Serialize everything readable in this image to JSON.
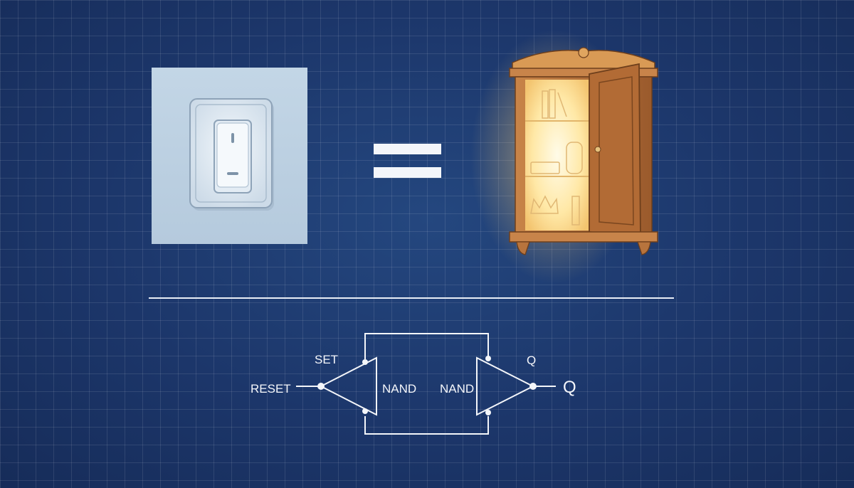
{
  "analogy": {
    "left_icon": "light-switch-icon",
    "operator": "=",
    "right_icon": "glowing-wardrobe-icon"
  },
  "circuit": {
    "labels": {
      "set": "SET",
      "reset": "RESET",
      "nand_left": "NAND",
      "nand_right": "NAND",
      "q_top": "Q",
      "q_output": "Q"
    }
  },
  "colors": {
    "background": "#1e3a6c",
    "grid": "#3a5688",
    "line": "#f4f6fa",
    "wood": "#b06a36",
    "glow": "#ffe9a8",
    "switch_panel": "#bfd2e3"
  }
}
